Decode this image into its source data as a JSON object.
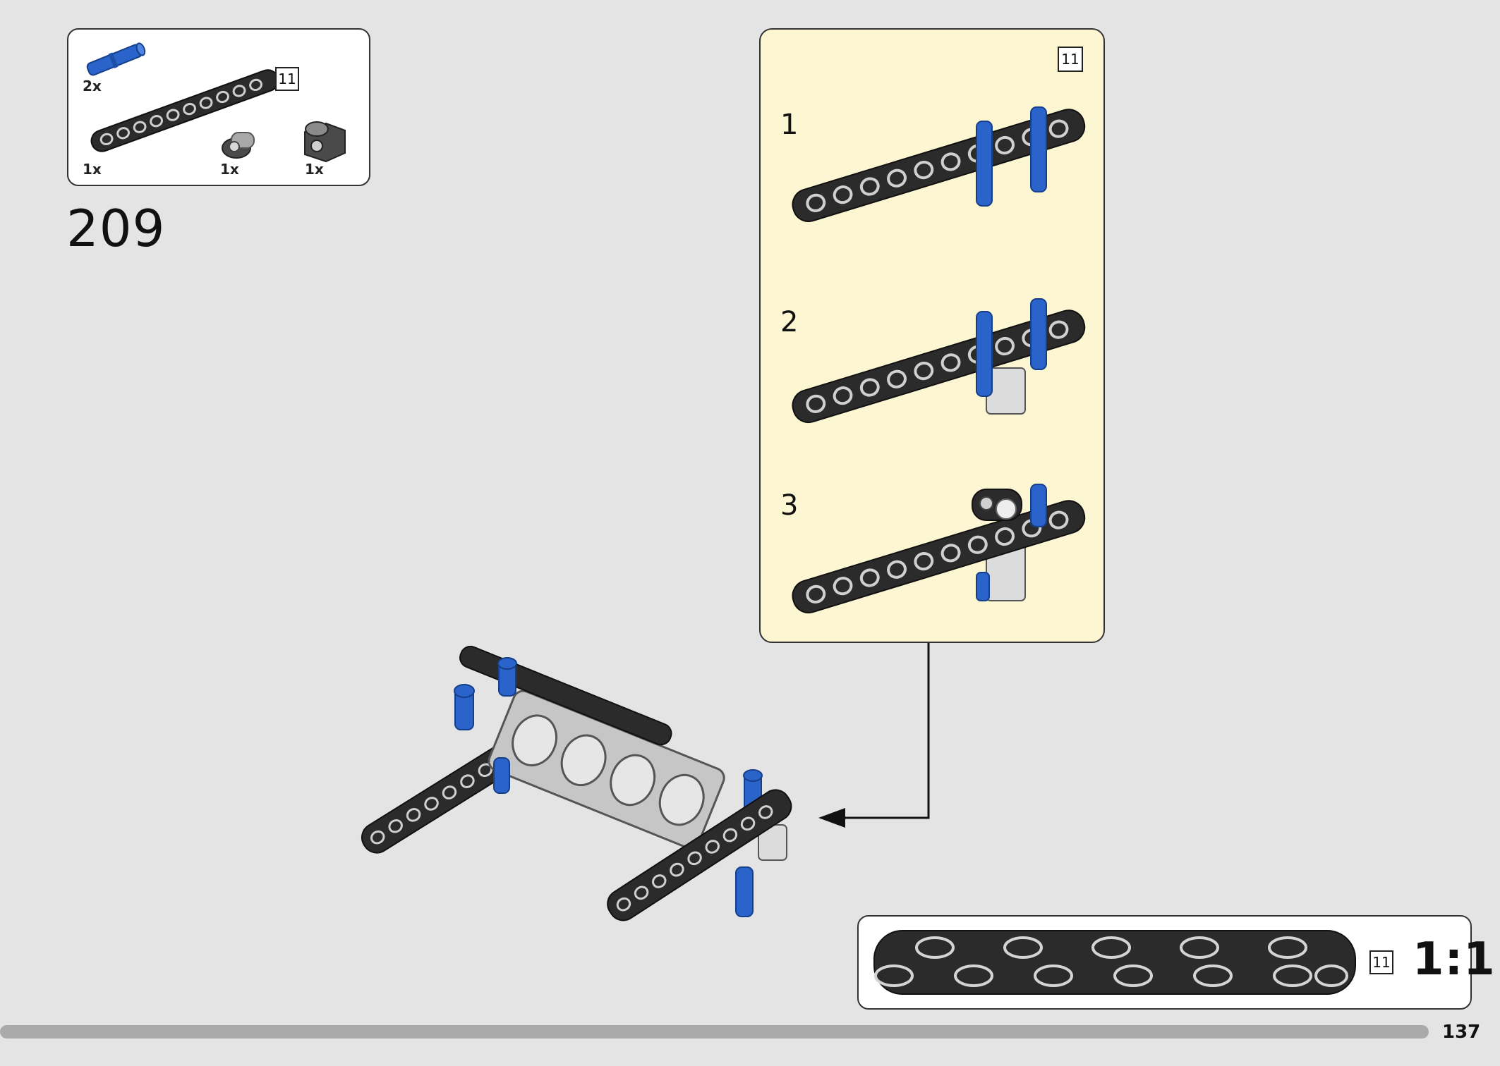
{
  "parts_box": {
    "length_badge": "11",
    "items": [
      {
        "name": "blue-friction-pin",
        "qty": "2x",
        "color": "#2a63c9"
      },
      {
        "name": "black-liftarm-11",
        "qty": "1x",
        "color": "#2b2b2b"
      },
      {
        "name": "gray-pin-connector",
        "qty": "1x",
        "color": "#a8a8a8"
      },
      {
        "name": "dark-gray-connector-block",
        "qty": "1x",
        "color": "#4a4a4a"
      }
    ]
  },
  "step_number": "209",
  "callout": {
    "length_badge": "11",
    "background": "#fdf6d3",
    "sub_steps": [
      "1",
      "2",
      "3"
    ]
  },
  "scale_box": {
    "length_badge": "11",
    "scale_label": "1:1"
  },
  "page_number": "137",
  "colors": {
    "page_bg": "#e4e4e4",
    "beam_black": "#2b2b2b",
    "pin_blue": "#2a63c9",
    "light_gray": "#c8c8c8"
  }
}
